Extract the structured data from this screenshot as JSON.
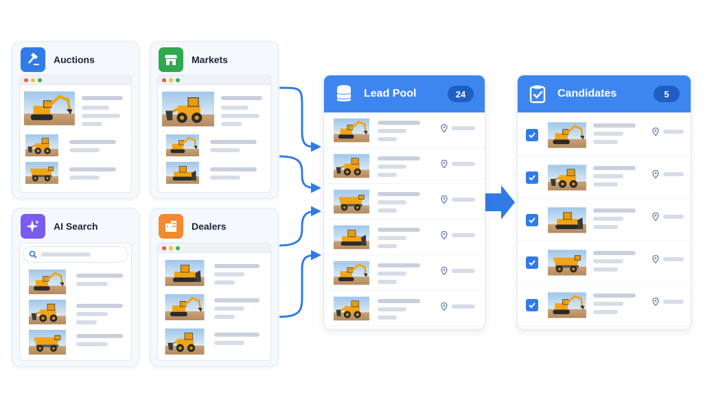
{
  "sources": {
    "auctions": {
      "title": "Auctions",
      "icon": "gavel-icon",
      "color": "#2f7be8"
    },
    "markets": {
      "title": "Markets",
      "icon": "storefront-icon",
      "color": "#2fa84f"
    },
    "ai_search": {
      "title": "AI Search",
      "icon": "sparkle-icon",
      "color": "#7b5cf0"
    },
    "dealers": {
      "title": "Dealers",
      "icon": "building-icon",
      "color": "#f28a2e"
    }
  },
  "lead_pool": {
    "title": "Lead Pool",
    "count": "24",
    "icon": "database-icon"
  },
  "candidates": {
    "title": "Candidates",
    "count": "5",
    "icon": "clipboard-check-icon"
  },
  "colors": {
    "accent": "#3d86f0",
    "machine": "#f2a417",
    "arrow": "#2f7be8"
  }
}
